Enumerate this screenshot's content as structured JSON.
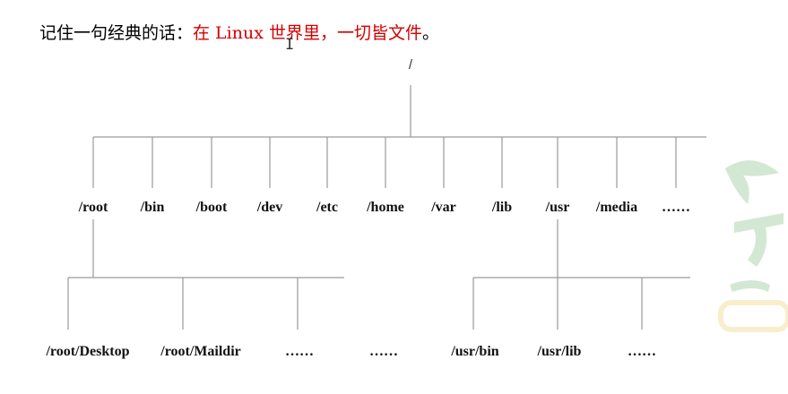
{
  "caption": {
    "prefix": "记住一句经典的话：",
    "highlight": "在 Linux 世界里，一切皆文件",
    "suffix": "。",
    "highlight_color": "#d40000"
  },
  "cursor_icon": "text-cursor-icon",
  "tree": {
    "root": "/",
    "level1": [
      "/root",
      "/bin",
      "/boot",
      "/dev",
      "/etc",
      "/home",
      "/var",
      "/lib",
      "/usr",
      "/media",
      "……"
    ],
    "root_children": [
      "/root/Desktop",
      "/root/Maildir",
      "……",
      "……"
    ],
    "usr_children": [
      "/usr/bin",
      "/usr/lib",
      "……"
    ]
  },
  "colors": {
    "lines": "#9a9a9a",
    "watermark": "#7fbf7f"
  }
}
